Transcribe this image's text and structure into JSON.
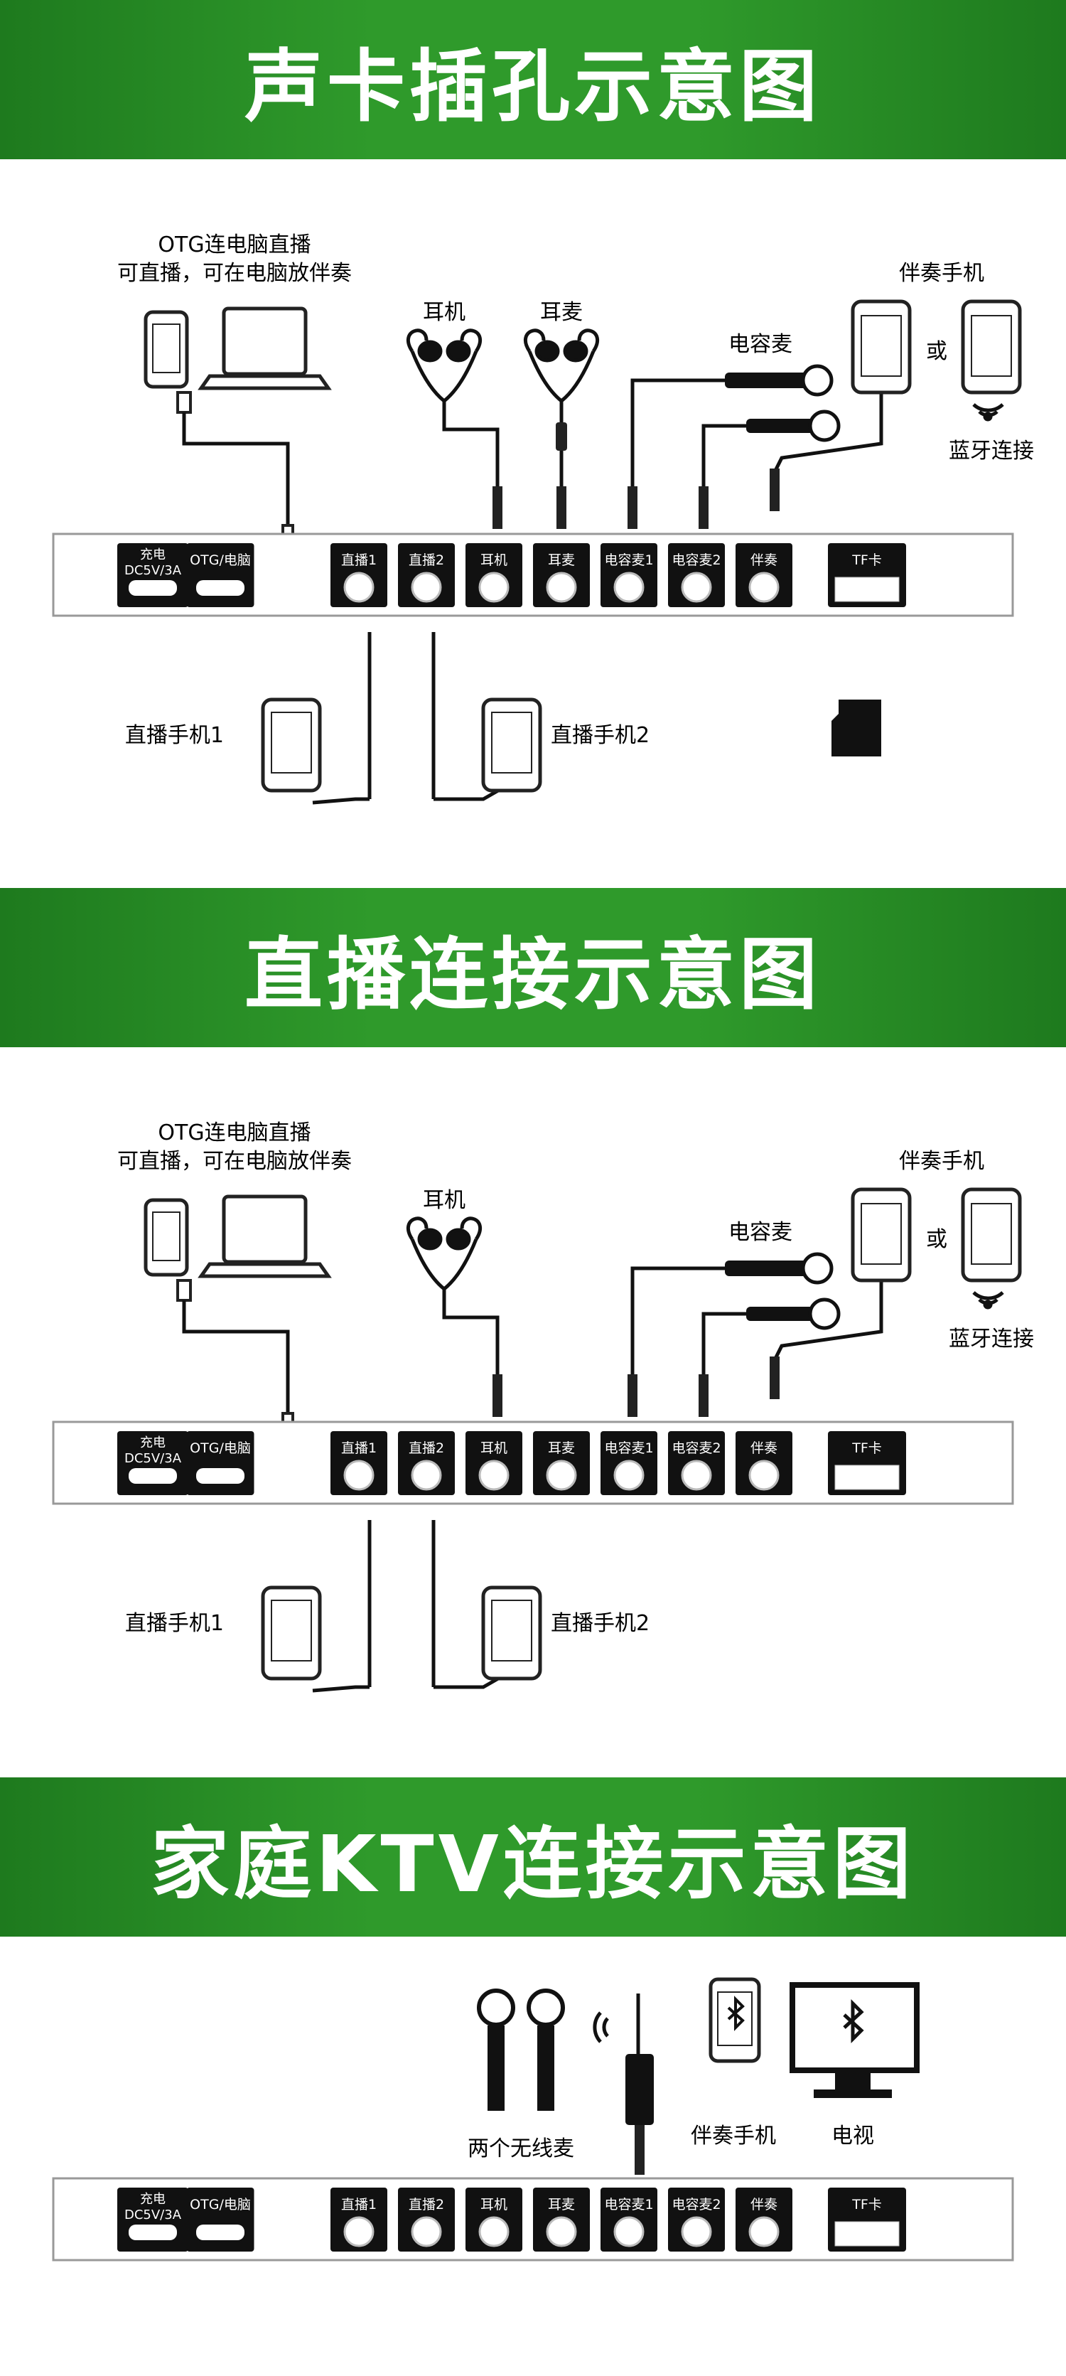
{
  "sections": [
    {
      "title": "声卡插孔示意图",
      "otg_line1": "OTG连电脑直播",
      "otg_line2": "可直播，可在电脑放伴奏",
      "earphone": "耳机",
      "earmic": "耳麦",
      "condenser_mic": "电容麦",
      "backing_phone": "伴奏手机",
      "or": "或",
      "bluetooth": "蓝牙连接",
      "live_phone_1": "直播手机1",
      "live_phone_2": "直播手机2"
    },
    {
      "title": "直播连接示意图",
      "otg_line1": "OTG连电脑直播",
      "otg_line2": "可直播，可在电脑放伴奏",
      "earphone": "耳机",
      "condenser_mic": "电容麦",
      "backing_phone": "伴奏手机",
      "or": "或",
      "bluetooth": "蓝牙连接",
      "live_phone_1": "直播手机1",
      "live_phone_2": "直播手机2"
    },
    {
      "title": "家庭KTV连接示意图",
      "wireless_mics": "两个无线麦",
      "backing_phone": "伴奏手机",
      "tv": "电视"
    }
  ],
  "ports": {
    "charge_line1": "充电",
    "charge_line2": "DC5V/3A",
    "otg": "OTG/电脑",
    "live1": "直播1",
    "live2": "直播2",
    "earphone": "耳机",
    "earmic": "耳麦",
    "mic1": "电容麦1",
    "mic2": "电容麦2",
    "backing": "伴奏",
    "tf": "TF卡"
  },
  "colors": {
    "banner_green": "#2f9a2b",
    "label_black": "#111111"
  }
}
